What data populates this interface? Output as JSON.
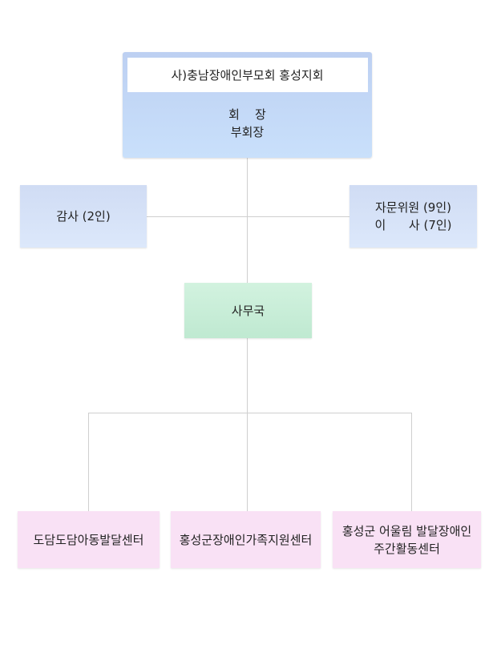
{
  "org": {
    "top": {
      "title": "사)충남장애인부모회 홍성지회",
      "role1": "회    장",
      "role2": "부회장"
    },
    "audit": "감사 (2인)",
    "advisory": {
      "line1": "자문위원 (9인)",
      "line2": "이      사 (7인)"
    },
    "office": "사무국",
    "centers": [
      {
        "line1": "도담도담아동발달센터"
      },
      {
        "line1": "홍성군장애인가족지원센터"
      },
      {
        "line1": "홍성군 어울림 발달장애인",
        "line2": "주간활동센터"
      }
    ]
  }
}
